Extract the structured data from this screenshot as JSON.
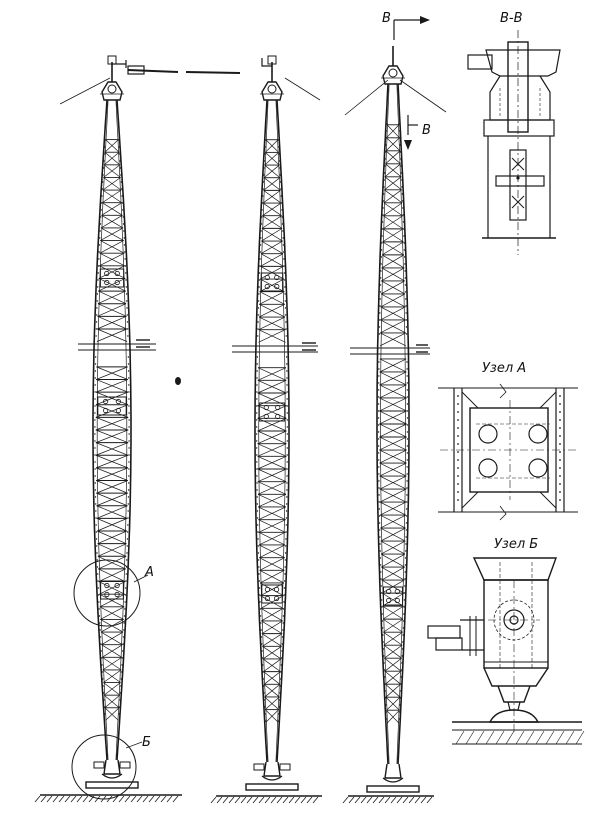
{
  "labels": {
    "section_marker": "В",
    "section_title": "В-В",
    "node_a_title": "Узел А",
    "node_b_title": "Узел Б",
    "callout_a": "А",
    "callout_b": "Б"
  },
  "colors": {
    "ink": "#1a1a1a",
    "paper": "#ffffff"
  }
}
